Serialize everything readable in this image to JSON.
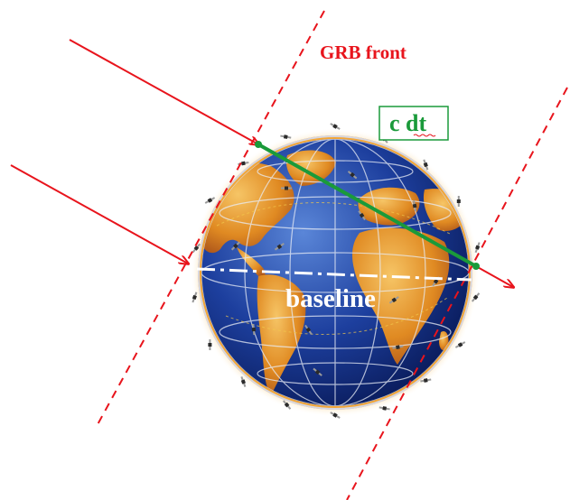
{
  "labels": {
    "front": "GRB front",
    "cdt": "c dt",
    "baseline": "baseline"
  },
  "colors": {
    "front": "#e8141c",
    "cdt": "#1a9a3a",
    "ocean": "#1d3f9e",
    "land": "#e39a2a",
    "baseline": "#ffffff"
  }
}
